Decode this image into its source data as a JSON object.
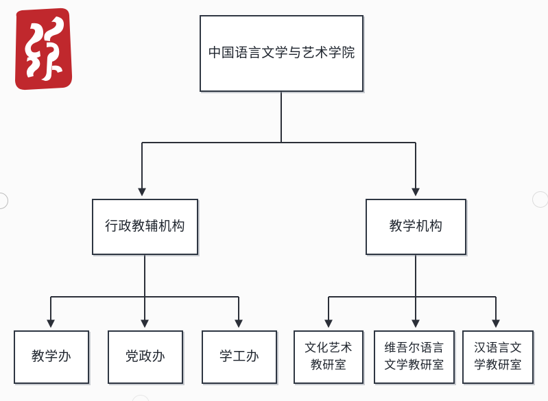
{
  "page": {
    "background_color": "#fbfbfb",
    "box_border_color": "#2e3642",
    "box_fill_color": "#ffffff",
    "connector_color": "#2b2f38",
    "seal_color": "#c0282d"
  },
  "logo": {
    "name": "university-seal",
    "alt_text": ""
  },
  "chart_data": {
    "type": "diagram",
    "subtype": "org-chart",
    "orientation": "top-down",
    "levels": 3,
    "nodes": [
      {
        "id": "root",
        "label": "中国语言文学与艺术学院",
        "level": 1,
        "parent": null
      },
      {
        "id": "admin",
        "label": "行政教辅机构",
        "level": 2,
        "parent": "root"
      },
      {
        "id": "teach",
        "label": "教学机构",
        "level": 2,
        "parent": "root"
      },
      {
        "id": "a1",
        "label": "教学办",
        "level": 3,
        "parent": "admin"
      },
      {
        "id": "a2",
        "label": "党政办",
        "level": 3,
        "parent": "admin"
      },
      {
        "id": "a3",
        "label": "学工办",
        "level": 3,
        "parent": "admin"
      },
      {
        "id": "t1",
        "label": "文化艺术\n教研室",
        "level": 3,
        "parent": "teach"
      },
      {
        "id": "t2",
        "label": "维吾尔语言\n文学教研室",
        "level": 3,
        "parent": "teach"
      },
      {
        "id": "t3",
        "label": "汉语言文\n学教研室",
        "level": 3,
        "parent": "teach"
      }
    ],
    "edges": [
      {
        "from": "root",
        "to": "admin",
        "arrow": true
      },
      {
        "from": "root",
        "to": "teach",
        "arrow": true
      },
      {
        "from": "admin",
        "to": "a1",
        "arrow": true
      },
      {
        "from": "admin",
        "to": "a2",
        "arrow": true
      },
      {
        "from": "admin",
        "to": "a3",
        "arrow": true
      },
      {
        "from": "teach",
        "to": "t1",
        "arrow": true
      },
      {
        "from": "teach",
        "to": "t2",
        "arrow": true
      },
      {
        "from": "teach",
        "to": "t3",
        "arrow": true
      }
    ]
  },
  "nodes": {
    "root": {
      "label": "中国语言文学与艺术学院"
    },
    "admin": {
      "label": "行政教辅机构"
    },
    "teach": {
      "label": "教学机构"
    },
    "a1": {
      "label": "教学办"
    },
    "a2": {
      "label": "党政办"
    },
    "a3": {
      "label": "学工办"
    },
    "t1": {
      "label": "文化艺术\n教研室"
    },
    "t2": {
      "label": "维吾尔语言\n文学教研室"
    },
    "t3": {
      "label": "汉语言文\n学教研室"
    }
  }
}
